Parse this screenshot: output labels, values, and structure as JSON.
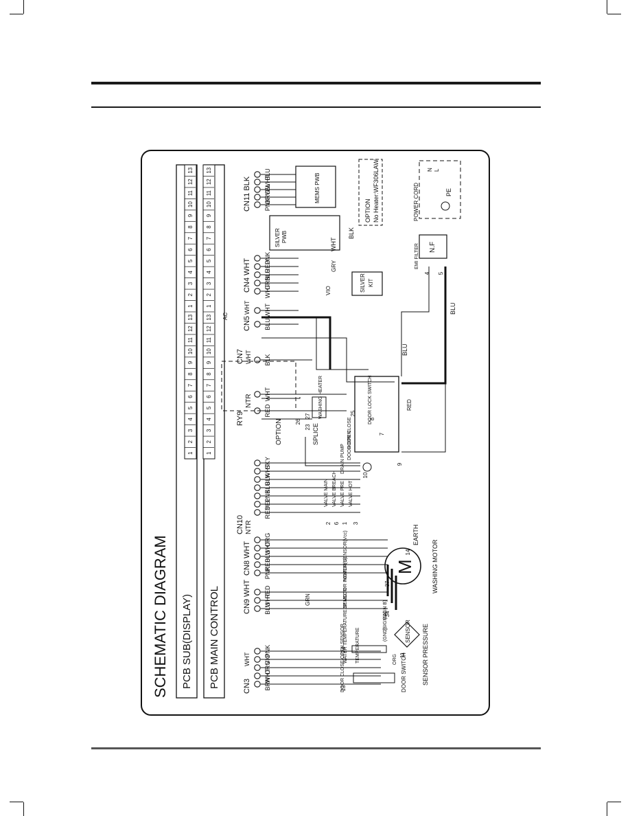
{
  "title": "SCHEMATIC DIAGRAM",
  "pcb_sub": "PCB SUB(DISPLAY)",
  "pcb_main": "PCB MAIN CONTROL",
  "pin_numbers": [
    "1",
    "2",
    "3",
    "4",
    "5",
    "6",
    "7",
    "8",
    "9",
    "10",
    "11",
    "12",
    "13",
    "1",
    "2",
    "3",
    "4",
    "5",
    "6",
    "7",
    "8",
    "9",
    "10",
    "11",
    "12",
    "13"
  ],
  "connectors": {
    "cn3": "CN3",
    "cn3_color": "WHT",
    "cn9": "CN9 WHT",
    "cn8": "CN8 WHT",
    "cn10": "CN10",
    "cn10_sub": "NTR",
    "ry9": "RY9",
    "ry9_sub": "NTR",
    "cn7": "CN7",
    "cn7_color": "WHT",
    "cn5": "CN5",
    "cn5_color": "WHT",
    "cn4": "CN4 WHT",
    "cn11": "CN11 BLK"
  },
  "cn3_wires": [
    "BRN",
    "WHT",
    "ORG",
    "VIO",
    "PNK"
  ],
  "cn9_wires": [
    "BLU",
    "WHT",
    "RED"
  ],
  "cn8_wires": [
    "PNK",
    "RED",
    "BLU",
    "WHT",
    "ORG"
  ],
  "cn10_wires": [
    "RED",
    "YEL",
    "PNK",
    "BLU",
    "BLK",
    "WHT",
    "SKY"
  ],
  "ry9_wires": [
    "RED",
    "WHT"
  ],
  "cn7_wires": [
    "BLK"
  ],
  "cn5_wires": [
    "BLU",
    "WHT"
  ],
  "cn4_wires": [
    "WHT",
    "GRN",
    "BLU",
    "RED",
    "PNK"
  ],
  "cn11_wires": [
    "PNK",
    "ORG",
    "YEL",
    "WHT",
    "BLU"
  ],
  "components": {
    "door_sensor": "DOOR CLOSE/OPEN SENSOR",
    "door_switch": "DOOR SWITCH",
    "temp_sensor": "WATER TEMPERATURE SENSOR",
    "temperature": "TEMPERATURE",
    "gnd": "(GND)",
    "sign_a": "(SIGN A)",
    "sign_b": "(SIGN B)",
    "sensor": "SENSOR",
    "sensor_pressure": "SENSOR PRESSURE",
    "motor_power_u": "3P MOTOR POWER(U)",
    "motor_power_v": "3P MOTOR POWER(V)",
    "motor_power_w": "3P MOTOR POWER(W)",
    "motor_sensor_vcc": "MOTOR SENSOR(Vcc)",
    "motor_sensor_signal1": "MOTOR SENSOR(SIGNAL)",
    "motor_sensor_signal2": "MOTOR SENSOR(SIGNAL)",
    "motor_sensor_gnd": "MOTOR SENSOR(GND)",
    "motor_letter": "M",
    "washing_motor": "WASHING MOTOR",
    "earth": "EARTH",
    "valve_hot": "VALVE HOT",
    "valve_pre": "VALVE PRE",
    "valve_breach": "VALVE BREACH",
    "valve_main": "VALVE MAIN",
    "drain_pump": "DRAIN PUMP",
    "door_open": "DOOR OPEN",
    "door_close": "DOOR CLOSE",
    "splice": "SPLICE",
    "option": "OPTION",
    "washing_heater": "WASHING HEATER",
    "door_lock_switch": "DOOR LOCK SWITCH",
    "ac": "AC",
    "silver_kit_1": "SILVER",
    "silver_kit_2": "KIT",
    "silver_pwb_1": "SILVER",
    "silver_pwb_2": "PWB",
    "mems_pwb": "MEMS PWB",
    "option_note_1": "OPTION",
    "option_note_2": "No Heater:WF306LAW",
    "emi_filter": "EMI FILTER",
    "nf": "N.F",
    "power_cord": "POWER CORD",
    "pe": "PE",
    "n": "N",
    "l": "L"
  },
  "wire_labels": {
    "grn": "GRN",
    "blu": "BLU",
    "red": "RED",
    "blk": "BLK",
    "wht": "WHT",
    "vio": "VIO",
    "gry": "GRY",
    "org": "ORG"
  },
  "terminal_numbers": [
    "13",
    "24",
    "11",
    "34",
    "37",
    "14",
    "3",
    "1",
    "6",
    "2",
    "10",
    "9",
    "7",
    "23",
    "26",
    "27",
    "25",
    "8",
    "4",
    "5"
  ]
}
